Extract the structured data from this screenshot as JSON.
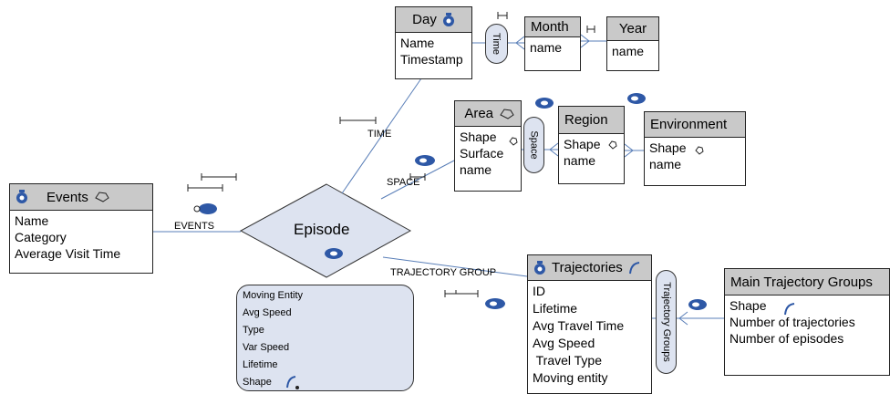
{
  "entities": {
    "day": {
      "title": "Day",
      "attrs": [
        "Name",
        "Timestamp"
      ]
    },
    "month": {
      "title": "Month",
      "attrs": [
        "name"
      ]
    },
    "year": {
      "title": "Year",
      "attrs": [
        "name"
      ]
    },
    "area": {
      "title": "Area",
      "attrs": [
        "Shape",
        "Surface",
        "name"
      ]
    },
    "region": {
      "title": "Region",
      "attrs": [
        "Shape",
        "name"
      ]
    },
    "environment": {
      "title": "Environment",
      "attrs": [
        "Shape",
        "name"
      ]
    },
    "events": {
      "title": "Events",
      "attrs": [
        "Name",
        "Category",
        "Average Visit Time"
      ]
    },
    "trajectories": {
      "title": "Trajectories",
      "attrs": [
        "ID",
        "Lifetime",
        "Avg Travel Time",
        "Avg Speed",
        " Travel Type",
        "Moving entity"
      ]
    },
    "main_groups": {
      "title": "Main Trajectory Groups",
      "attrs": [
        "Shape",
        "Number of trajectories",
        "Number of episodes"
      ]
    }
  },
  "episode": {
    "title": "Episode",
    "attrs": [
      "Moving Entity",
      "Avg Speed",
      "Type",
      "Var Speed",
      "Lifetime",
      "Shape"
    ]
  },
  "relationships": {
    "time": "Time",
    "space": "Space",
    "trajectory_groups": "Trajectory Groups"
  },
  "edge_labels": {
    "time": "TIME",
    "space": "SPACE",
    "events": "EVENTS",
    "trajectory_group": "TRAJECTORY GROUP"
  },
  "icons": [
    "spatial-object-icon",
    "shape-icon",
    "line-icon",
    "time-interval-icon",
    "point-icon"
  ],
  "colors": {
    "accent": "#2e58a6",
    "line": "#5a7fb8",
    "header": "#c9c9c9",
    "diamond": "#dde3f0"
  }
}
